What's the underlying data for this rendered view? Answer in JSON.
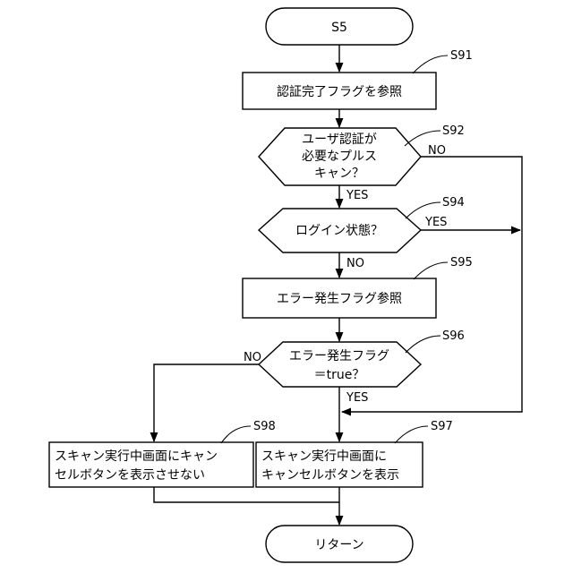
{
  "flowchart": {
    "start": {
      "label": "S5"
    },
    "end": {
      "label": "リターン"
    },
    "nodes": {
      "s91": {
        "step": "S91",
        "lines": [
          "認証完了フラグを参照"
        ]
      },
      "s92": {
        "step": "S92",
        "lines": [
          "ユーザ認証が",
          "必要なプルス",
          "キャン？"
        ]
      },
      "s94": {
        "step": "S94",
        "lines": [
          "ログイン状態？"
        ]
      },
      "s95": {
        "step": "S95",
        "lines": [
          "エラー発生フラグ参照"
        ]
      },
      "s96": {
        "step": "S96",
        "lines": [
          "エラー発生フラグ",
          "＝true？"
        ]
      },
      "s97": {
        "step": "S97",
        "lines": [
          "スキャン実行中画面に",
          "キャンセルボタンを表示"
        ]
      },
      "s98": {
        "step": "S98",
        "lines": [
          "スキャン実行中画面にキャン",
          "セルボタンを表示させない"
        ]
      }
    },
    "edge_labels": {
      "s92_no": "NO",
      "s92_yes": "YES",
      "s94_yes": "YES",
      "s94_no": "NO",
      "s96_no": "NO",
      "s96_yes": "YES"
    }
  }
}
